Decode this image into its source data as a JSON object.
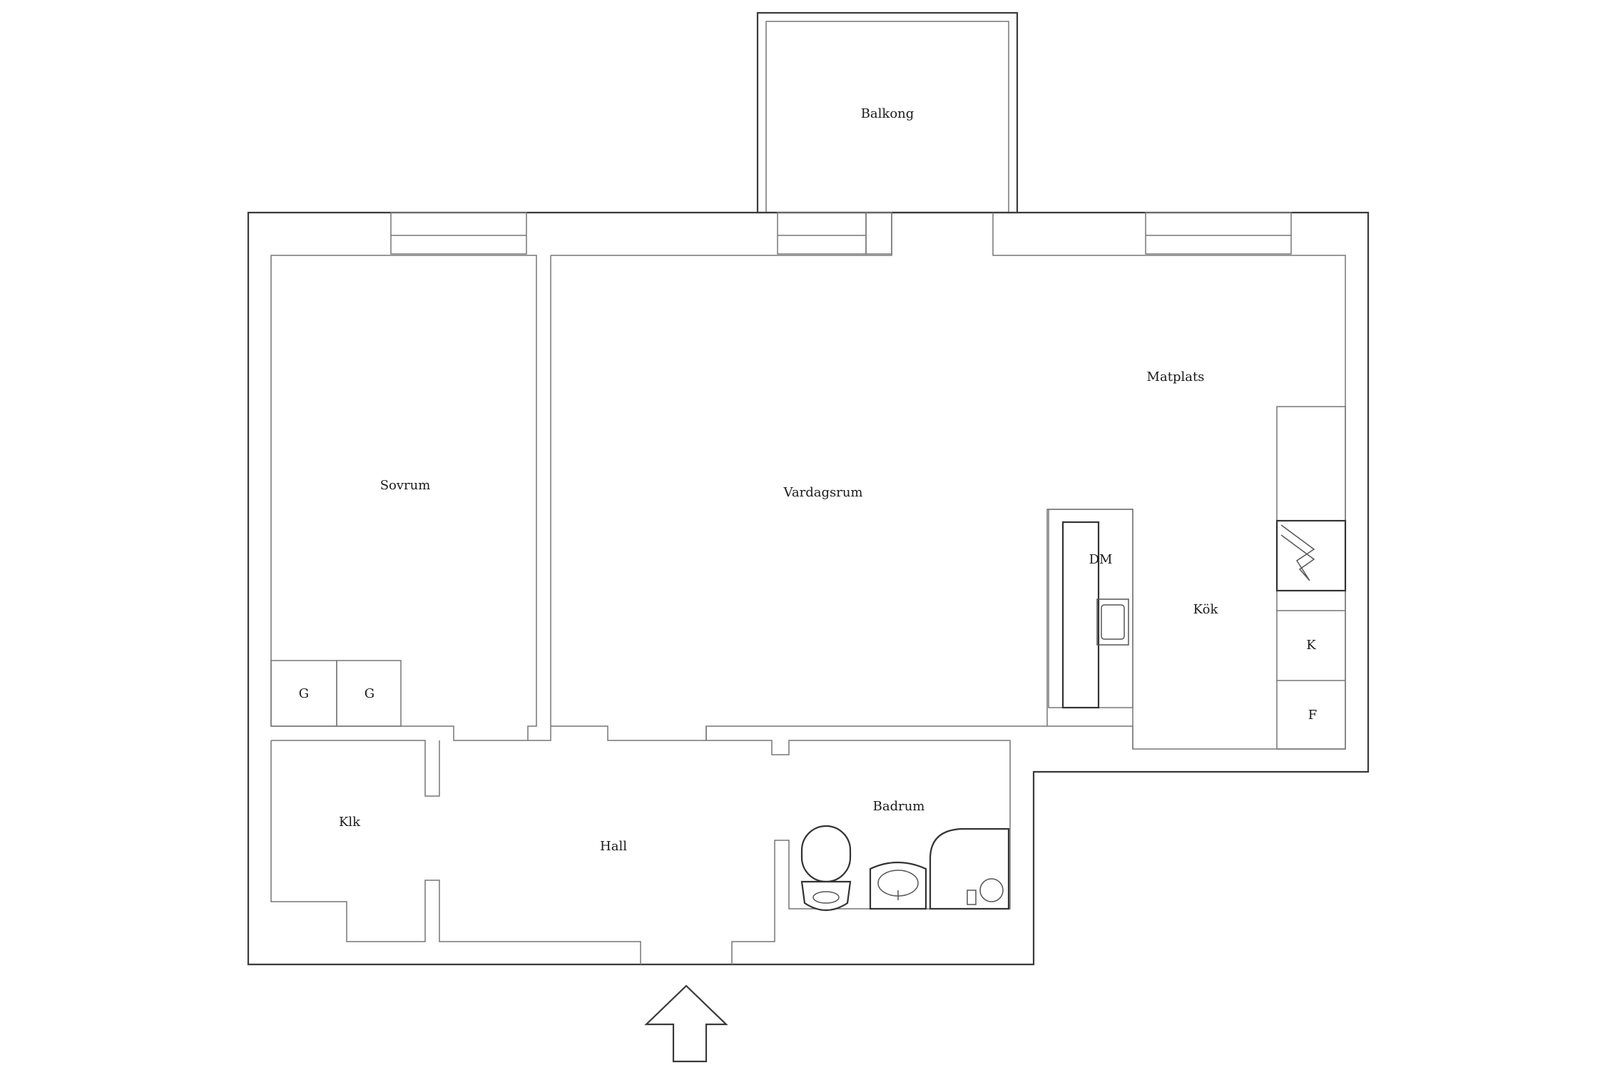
{
  "rooms": {
    "balkong": "Balkong",
    "sovrum": "Sovrum",
    "vardagsrum": "Vardagsrum",
    "matplats": "Matplats",
    "kok": "Kök",
    "dm": "DM",
    "k": "K",
    "f": "F",
    "g1": "G",
    "g2": "G",
    "klk": "Klk",
    "hall": "Hall",
    "badrum": "Badrum"
  },
  "icons": {
    "entrance": "entrance-arrow-icon",
    "stove": "stove-icon",
    "sink": "kitchen-sink-icon",
    "toilet": "toilet-icon",
    "washbasin": "washbasin-icon",
    "shower": "shower-icon"
  }
}
